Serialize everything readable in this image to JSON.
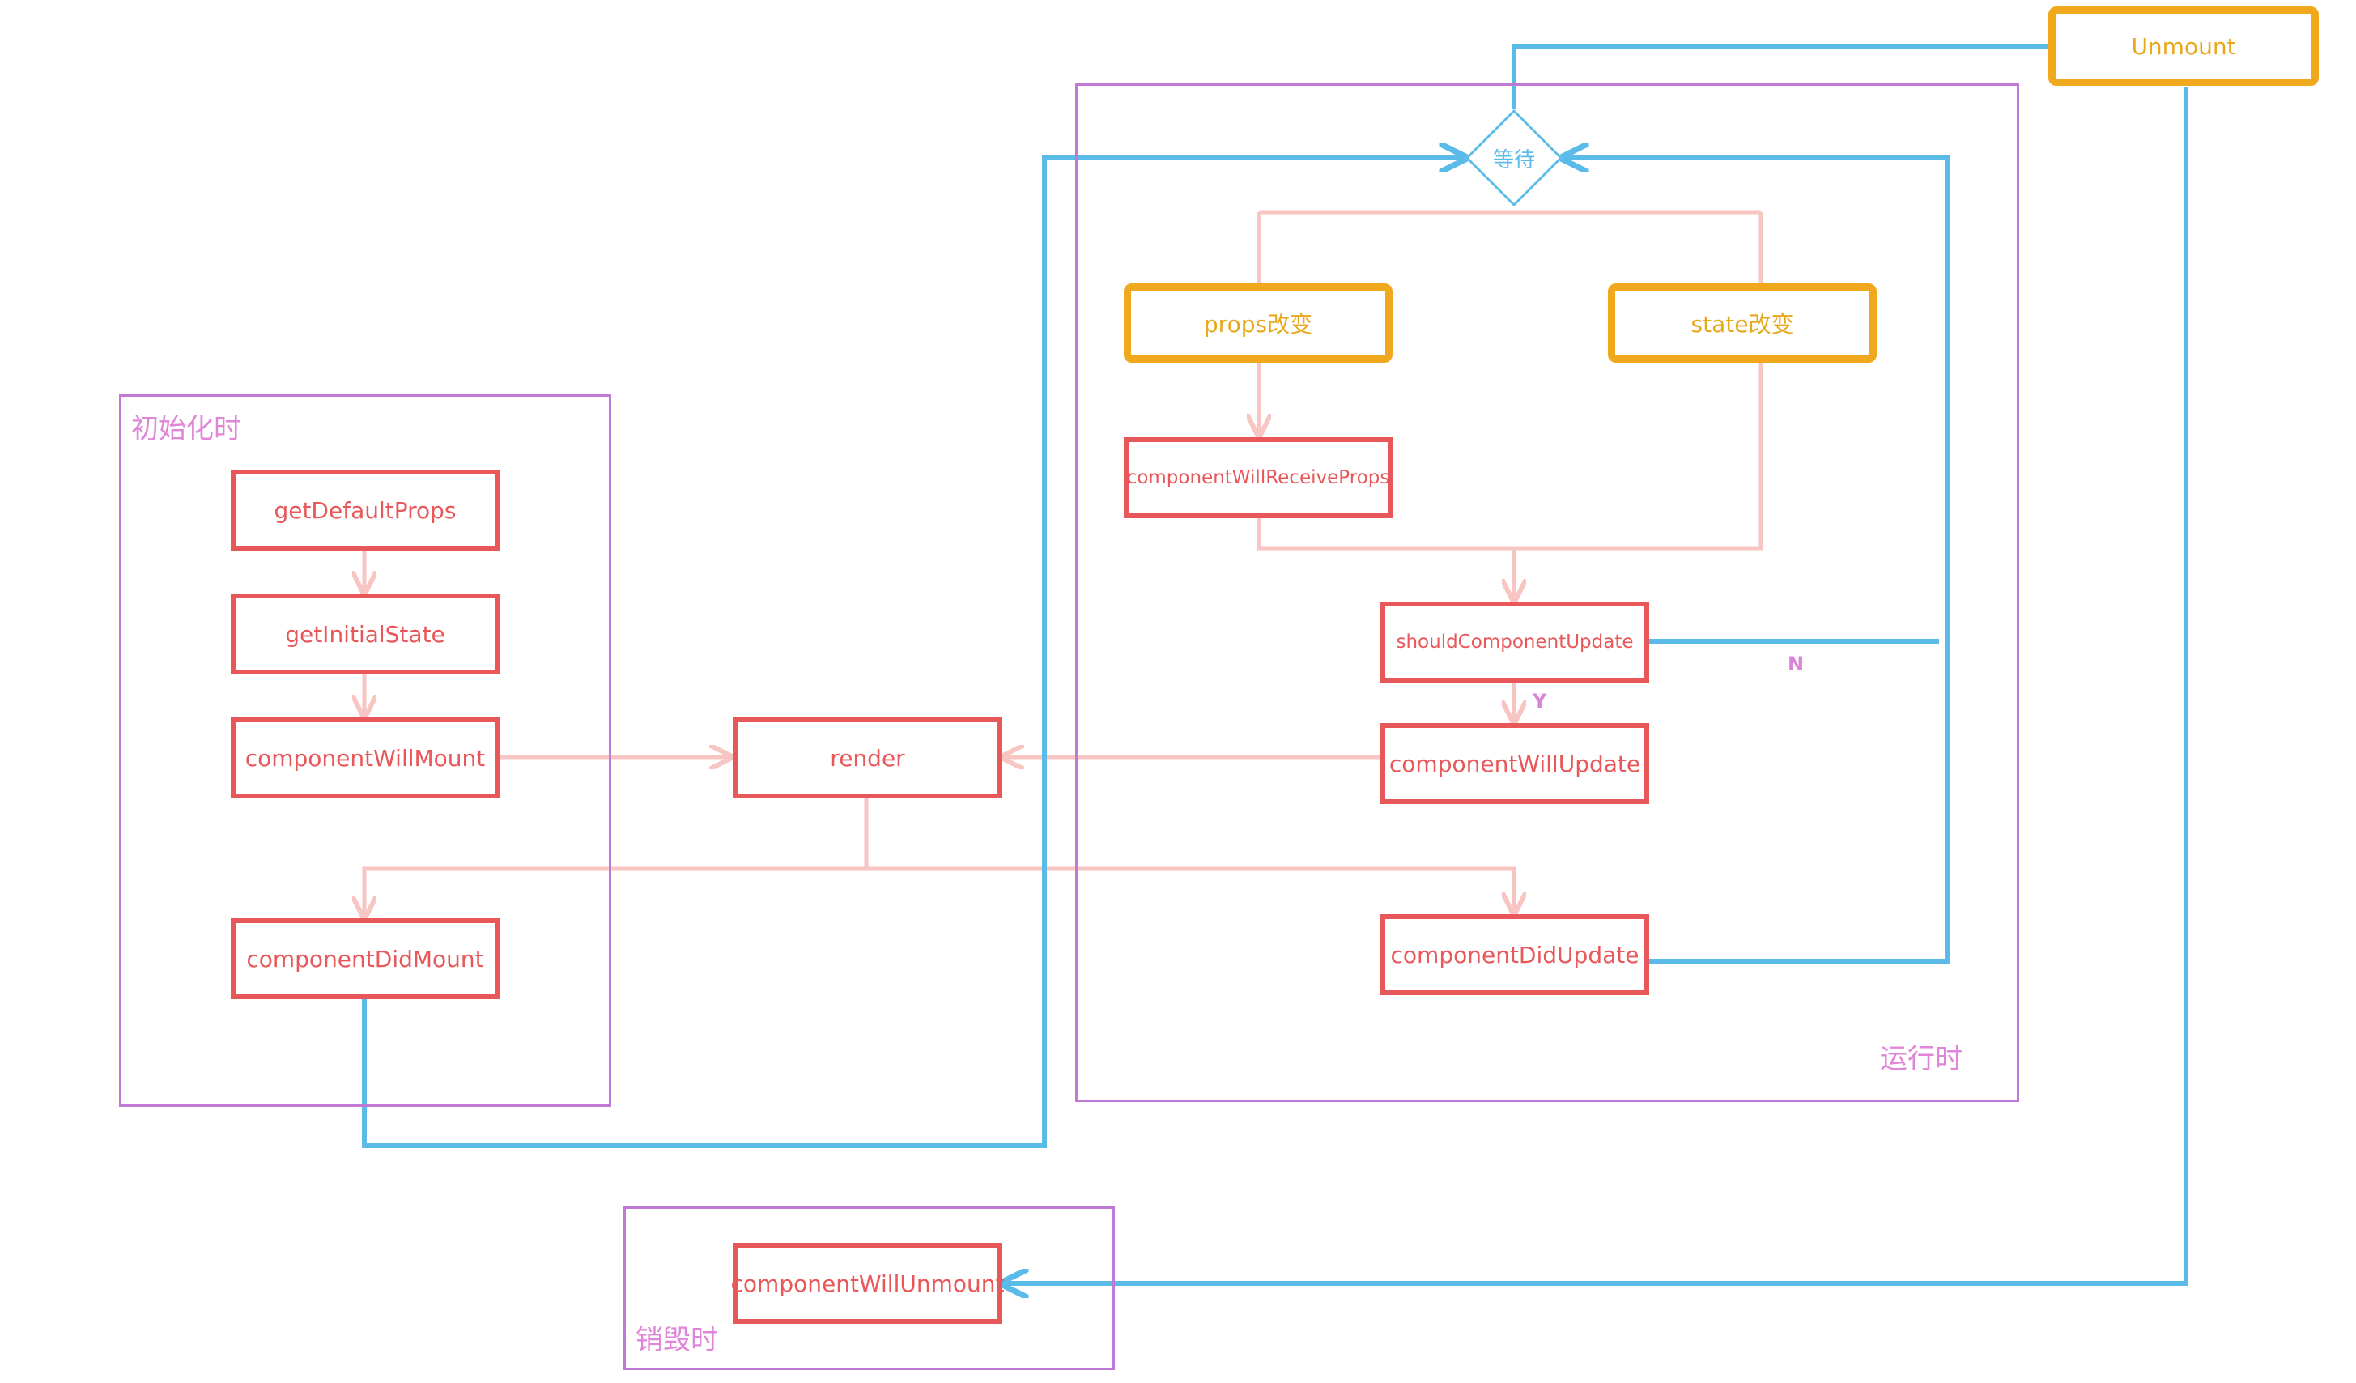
{
  "groups": {
    "init": {
      "label": "初始化时"
    },
    "runtime": {
      "label": "运行时"
    },
    "destroy": {
      "label": "销毁时"
    }
  },
  "nodes": {
    "getDefaultProps": "getDefaultProps",
    "getInitialState": "getInitialState",
    "componentWillMount": "componentWillMount",
    "componentDidMount": "componentDidMount",
    "render": "render",
    "wait": "等待",
    "unmount": "Unmount",
    "propsChange": "props改变",
    "stateChange": "state改变",
    "componentWillReceiveProps": "componentWillReceiveProps",
    "shouldComponentUpdate": "shouldComponentUpdate",
    "componentWillUpdate": "componentWillUpdate",
    "componentDidUpdate": "componentDidUpdate",
    "componentWillUnmount": "componentWillUnmount"
  },
  "edge_labels": {
    "yes": "Y",
    "no": "N"
  },
  "colors": {
    "method_border": "#e8585a",
    "event_border": "#f0a81c",
    "group_border": "#c07ad6",
    "group_label": "#df86d8",
    "flow_pink": "#f7c6c3",
    "flow_blue": "#5bbbe8"
  }
}
